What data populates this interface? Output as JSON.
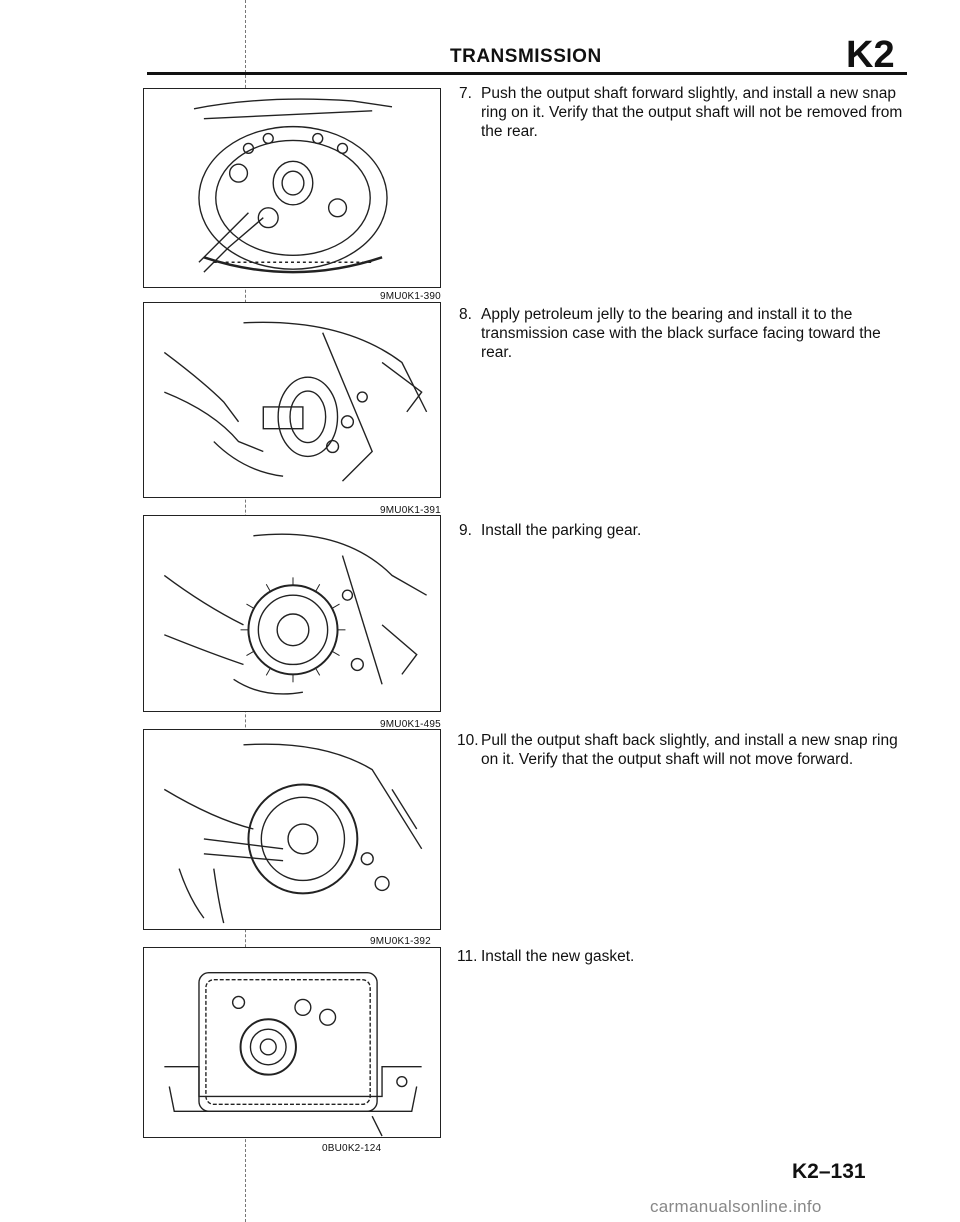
{
  "header": {
    "title": "TRANSMISSION",
    "section_code": "K2"
  },
  "figures": [
    {
      "code": "9MU0K1-390"
    },
    {
      "code": "9MU0K1-391"
    },
    {
      "code": "9MU0K1-495"
    },
    {
      "code": "9MU0K1-392"
    },
    {
      "code": "0BU0K2-124"
    }
  ],
  "steps": [
    {
      "number": "7.",
      "text": "Push the output shaft forward slightly, and install a new snap ring on it. Verify that the output shaft will not be removed from the rear."
    },
    {
      "number": "8.",
      "text": "Apply petroleum jelly to the bearing and install it to the transmission case with the black surface facing toward the rear."
    },
    {
      "number": "9.",
      "text": "Install the parking gear."
    },
    {
      "number": "10.",
      "text": "Pull the output shaft back slightly, and install a new snap ring on it. Verify that the output shaft will not move forward."
    },
    {
      "number": "11.",
      "text": "Install the new gasket."
    }
  ],
  "page_number": "K2–131",
  "watermark": "carmanualsonline.info"
}
